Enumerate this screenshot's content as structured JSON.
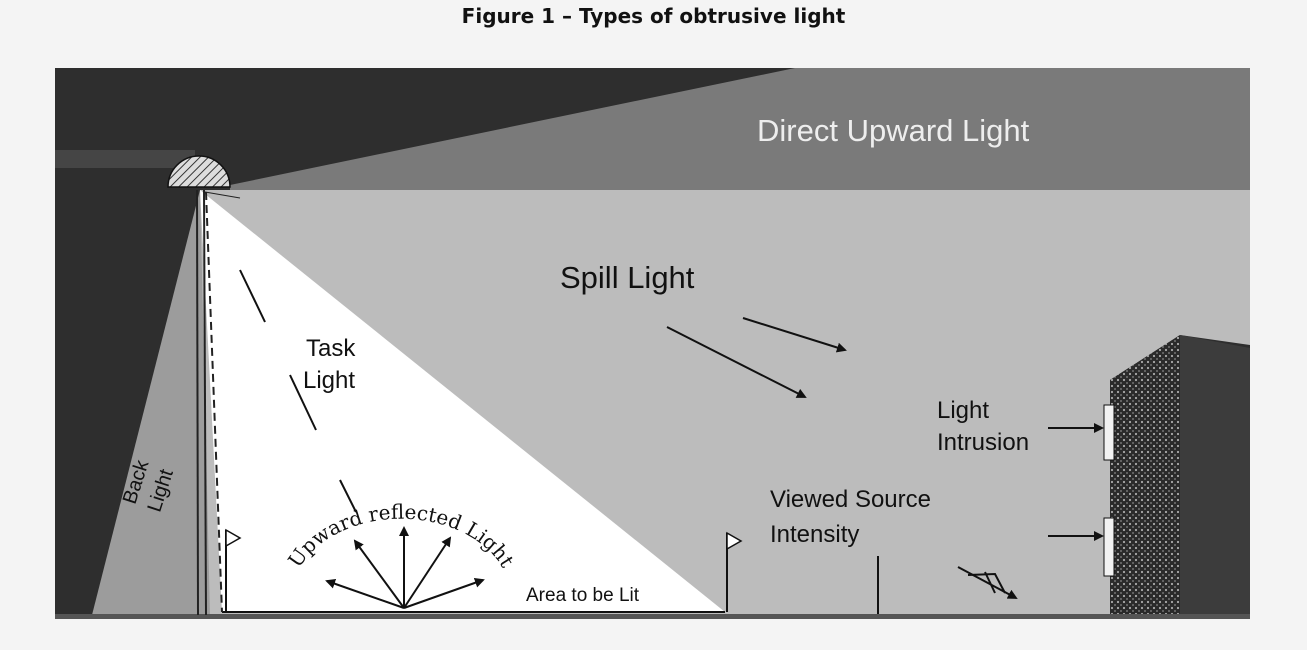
{
  "figure": {
    "title": "Figure 1 – Types of obtrusive light",
    "labels": {
      "direct_upward": "Direct Upward Light",
      "spill": "Spill Light",
      "task_line1": "Task",
      "task_line2": "Light",
      "back_line1": "Back",
      "back_line2": "Light",
      "upward_reflected": "Upward reflected Light",
      "area": "Area to be Lit",
      "intrusion_line1": "Light",
      "intrusion_line2": "Intrusion",
      "viewed_line1": "Viewed Source",
      "viewed_line2": "Intensity"
    }
  },
  "colors": {
    "sky_dark": "#2e2e2e",
    "upward_band": "#7a7a7a",
    "spill": "#bcbcbc",
    "task": "#ffffff",
    "back": "#9c9c9c",
    "building": "#3c3c3c"
  }
}
